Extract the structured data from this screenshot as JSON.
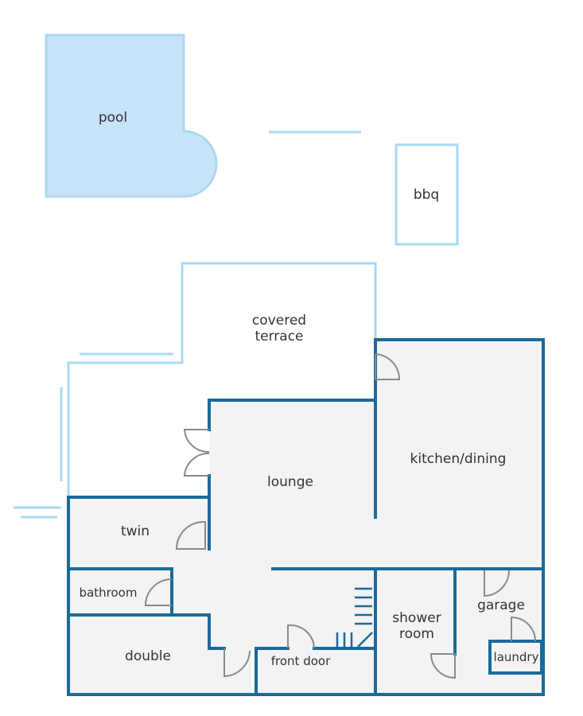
{
  "colors": {
    "wall": "#1b6a9a",
    "light_wall": "#a9d9f2",
    "pool_fill": "#c6e3f7",
    "floor_fill": "#f3f3f3",
    "door": "#8a8a8a",
    "text": "#333333"
  },
  "rooms": {
    "pool": "pool",
    "bbq": "bbq",
    "covered_terrace": "covered\nterrace",
    "kitchen_dining": "kitchen/dining",
    "lounge": "lounge",
    "twin": "twin",
    "bathroom": "bathroom",
    "double": "double",
    "front_door": "front door",
    "shower_room": "shower\nroom",
    "garage": "garage",
    "laundry": "laundry"
  }
}
